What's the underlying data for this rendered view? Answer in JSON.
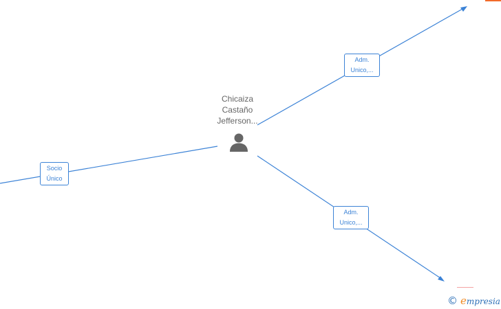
{
  "person": {
    "name_lines": [
      "Chicaiza",
      "Castaño",
      "Jefferson..."
    ],
    "icon": "person-icon"
  },
  "edges": [
    {
      "id": "edge-socio",
      "label_lines": [
        "Socio",
        "Único"
      ]
    },
    {
      "id": "edge-adm-top",
      "label_lines": [
        "Adm.",
        "Unico,..."
      ]
    },
    {
      "id": "edge-adm-bottom",
      "label_lines": [
        "Adm.",
        "Unico,..."
      ]
    }
  ],
  "watermark": {
    "symbol": "©",
    "brand_first": "e",
    "brand_rest": "mpresia"
  },
  "colors": {
    "edge": "#3b82d6",
    "person": "#666666",
    "accent": "#f26b2a",
    "brand": "#2c6fb7",
    "brand_e": "#f08a24"
  }
}
